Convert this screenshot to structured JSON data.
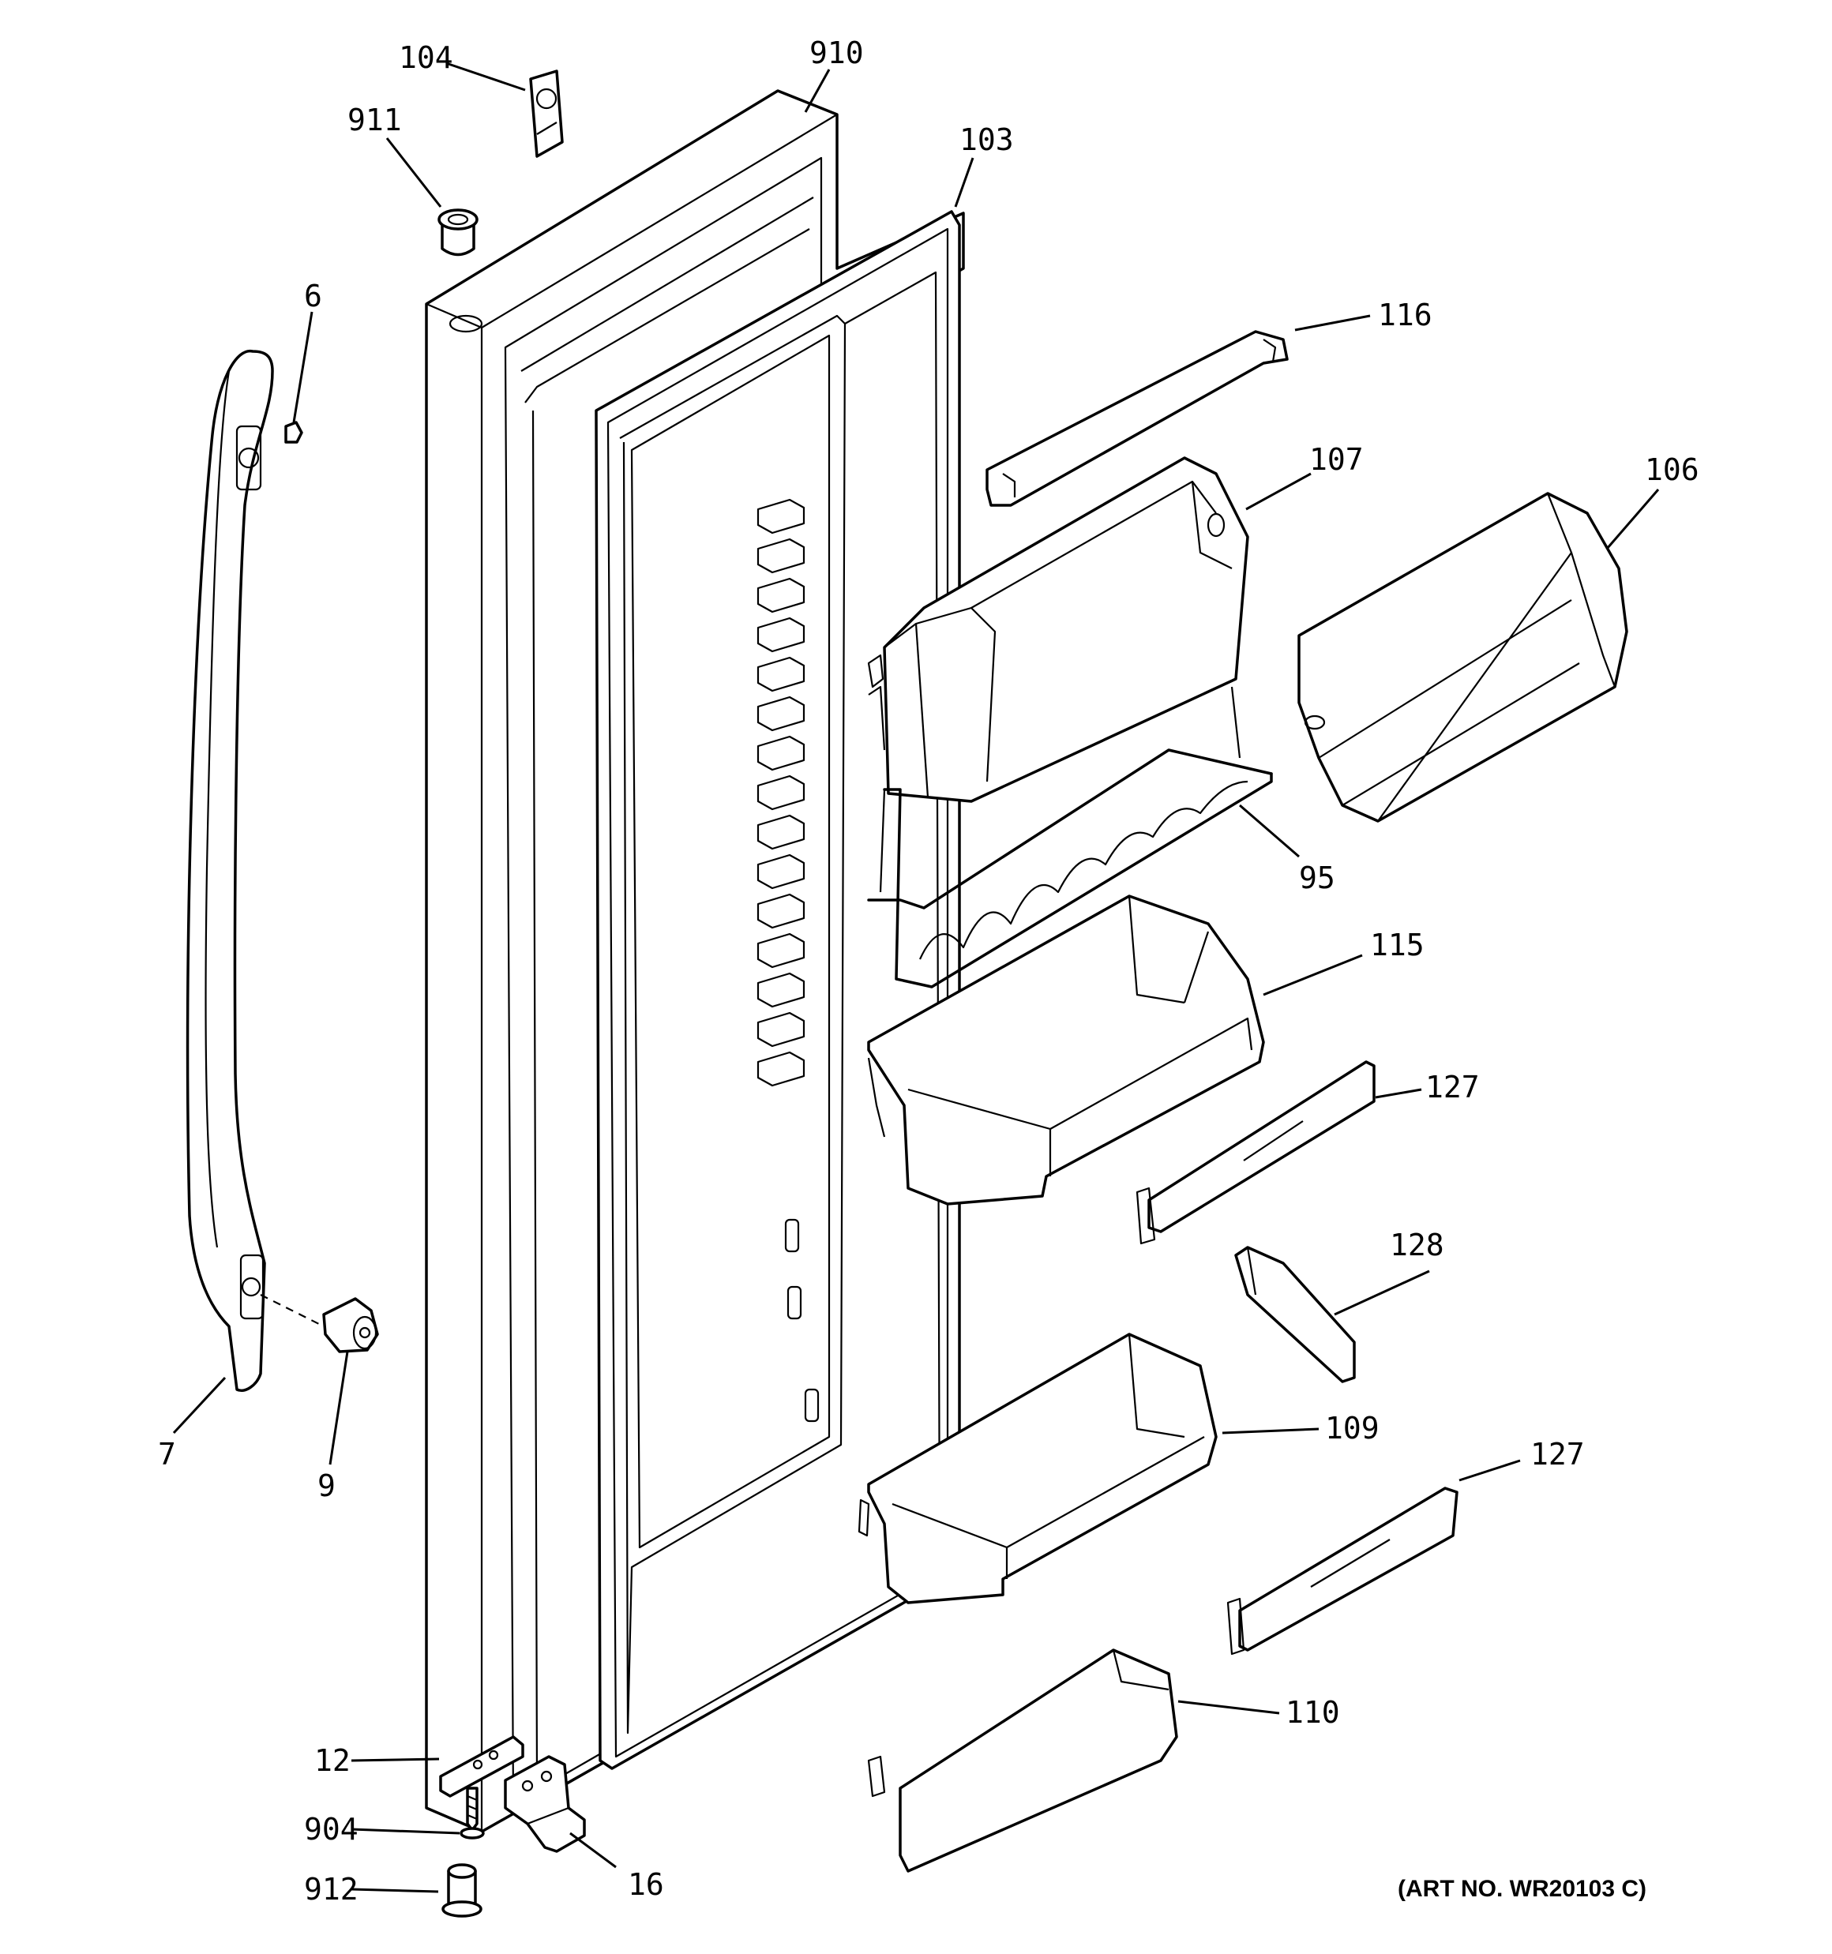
{
  "diagram": {
    "art_number": "(ART NO. WR20103 C)",
    "callouts": [
      {
        "id": "104",
        "label": "104"
      },
      {
        "id": "910",
        "label": "910"
      },
      {
        "id": "911",
        "label": "911"
      },
      {
        "id": "103",
        "label": "103"
      },
      {
        "id": "6",
        "label": "6"
      },
      {
        "id": "116",
        "label": "116"
      },
      {
        "id": "107",
        "label": "107"
      },
      {
        "id": "106",
        "label": "106"
      },
      {
        "id": "95",
        "label": "95"
      },
      {
        "id": "115",
        "label": "115"
      },
      {
        "id": "127a",
        "label": "127"
      },
      {
        "id": "128",
        "label": "128"
      },
      {
        "id": "109",
        "label": "109"
      },
      {
        "id": "127b",
        "label": "127"
      },
      {
        "id": "7",
        "label": "7"
      },
      {
        "id": "9",
        "label": "9"
      },
      {
        "id": "110",
        "label": "110"
      },
      {
        "id": "12",
        "label": "12"
      },
      {
        "id": "904",
        "label": "904"
      },
      {
        "id": "16",
        "label": "16"
      },
      {
        "id": "912",
        "label": "912"
      }
    ]
  }
}
